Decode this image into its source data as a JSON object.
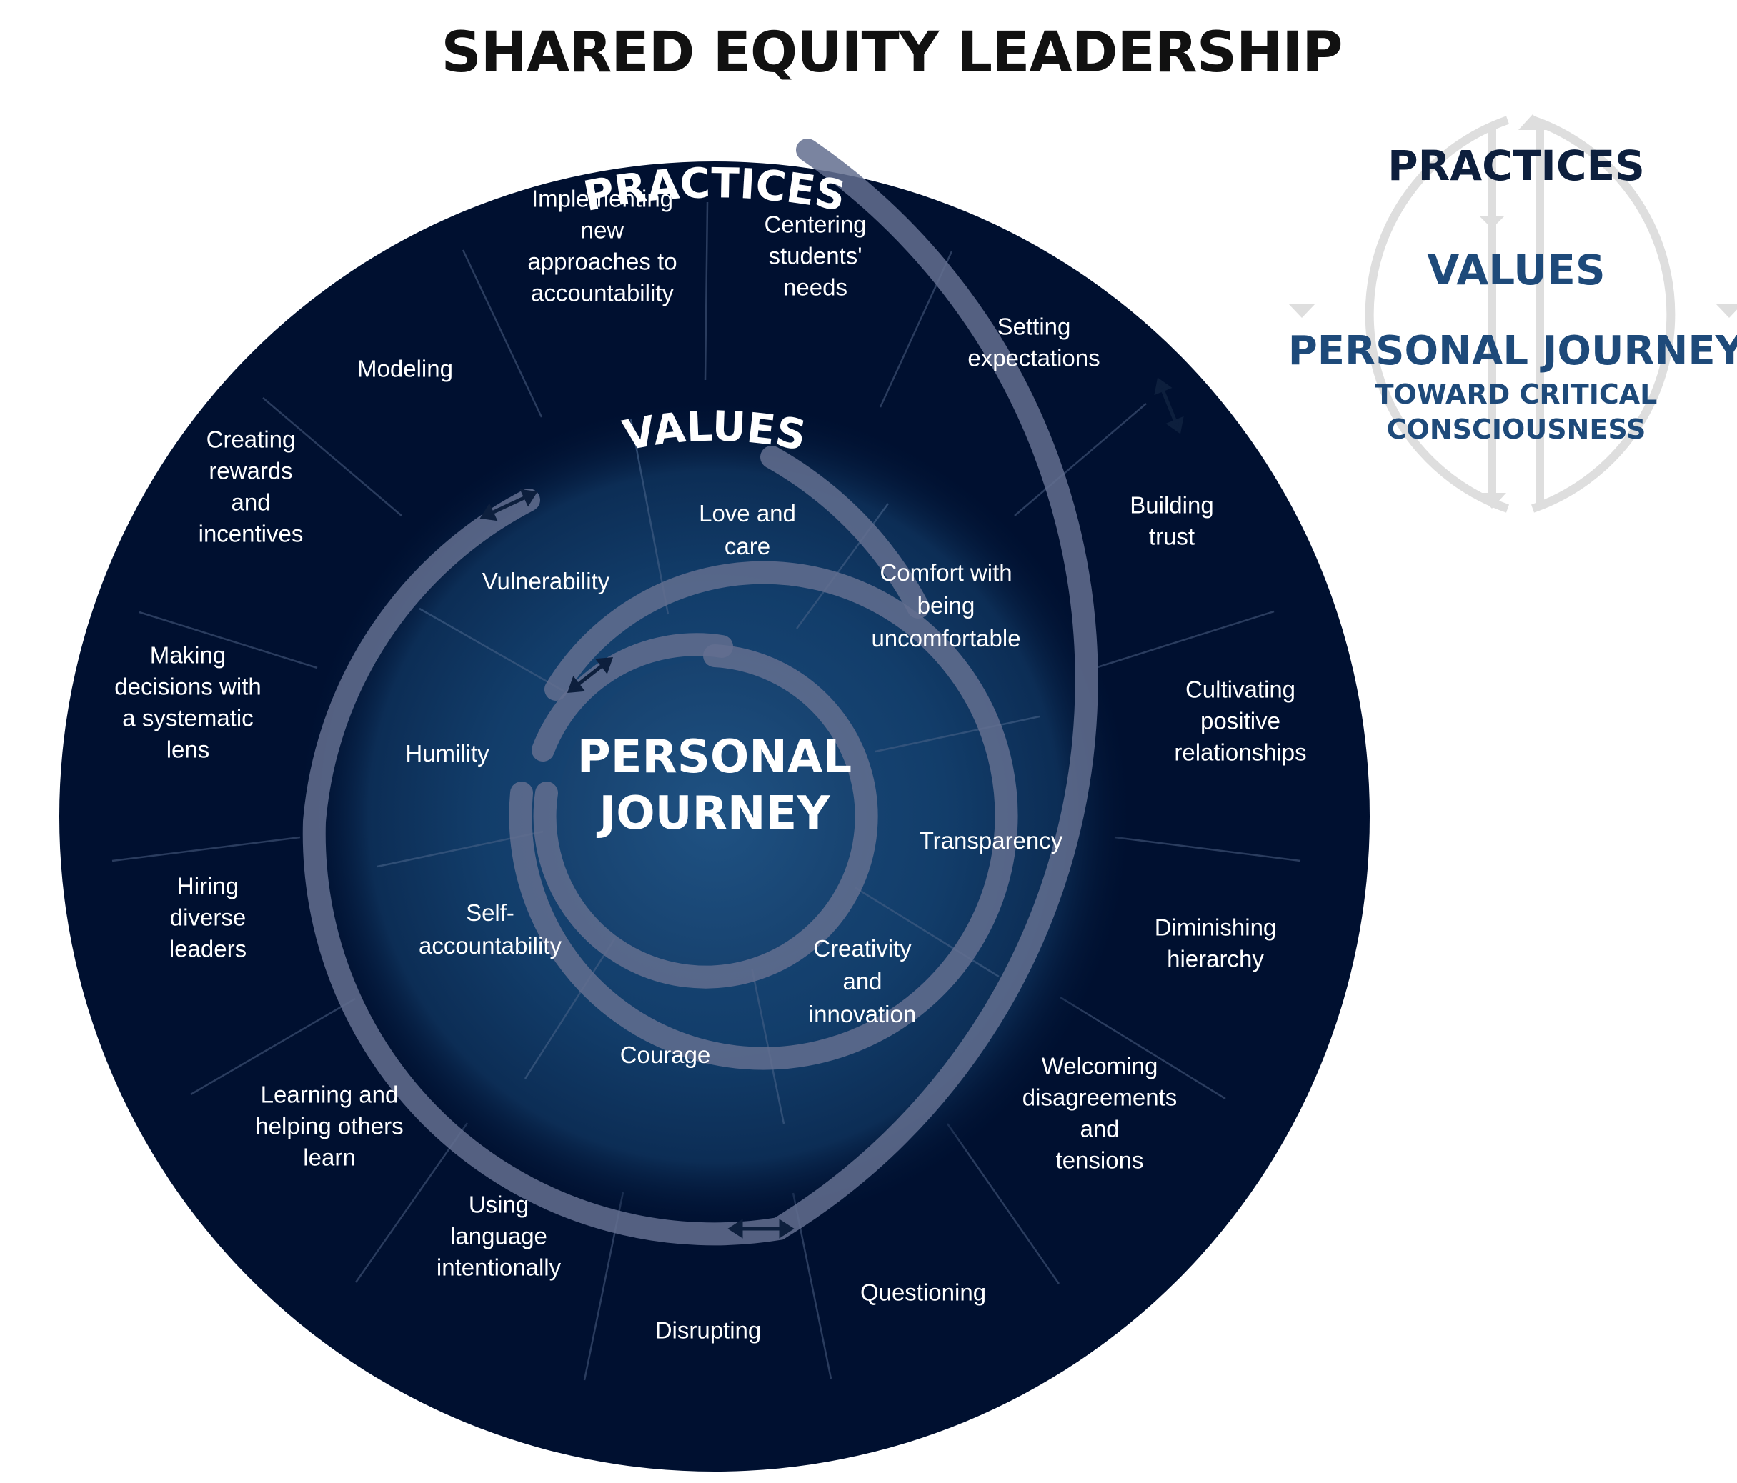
{
  "title": "SHARED EQUITY LEADERSHIP",
  "colors": {
    "outer_ring": "#001030",
    "values_glow": "#0f3a68",
    "center": "#1b4a78",
    "arrow_track": "#6a7898",
    "legend_dark": "#0d1f3d",
    "legend_blue": "#1e4a7a",
    "legend_arc": "#dedede"
  },
  "practices": {
    "heading": "PRACTICES",
    "items": [
      {
        "lines": [
          "Implementing",
          "new",
          "approaches to",
          "accountability"
        ]
      },
      {
        "lines": [
          "Centering",
          "students'",
          "needs"
        ]
      },
      {
        "lines": [
          "Setting",
          "expectations"
        ]
      },
      {
        "lines": [
          "Building",
          "trust"
        ]
      },
      {
        "lines": [
          "Cultivating",
          "positive",
          "relationships"
        ]
      },
      {
        "lines": [
          "Diminishing",
          "hierarchy"
        ]
      },
      {
        "lines": [
          "Welcoming",
          "disagreements",
          "and",
          "tensions"
        ]
      },
      {
        "lines": [
          "Questioning"
        ]
      },
      {
        "lines": [
          "Disrupting"
        ]
      },
      {
        "lines": [
          "Using",
          "language",
          "intentionally"
        ]
      },
      {
        "lines": [
          "Learning and",
          "helping others",
          "learn"
        ]
      },
      {
        "lines": [
          "Hiring",
          "diverse",
          "leaders"
        ]
      },
      {
        "lines": [
          "Making",
          "decisions with",
          "a systematic",
          "lens"
        ]
      },
      {
        "lines": [
          "Creating",
          "rewards",
          "and",
          "incentives"
        ]
      },
      {
        "lines": [
          "Modeling"
        ]
      }
    ]
  },
  "values": {
    "heading": "VALUES",
    "items": [
      {
        "lines": [
          "Love and",
          "care"
        ]
      },
      {
        "lines": [
          "Comfort with",
          "being",
          "uncomfortable"
        ]
      },
      {
        "lines": [
          "Transparency"
        ]
      },
      {
        "lines": [
          "Creativity",
          "and",
          "innovation"
        ]
      },
      {
        "lines": [
          "Courage"
        ]
      },
      {
        "lines": [
          "Self-",
          "accountability"
        ]
      },
      {
        "lines": [
          "Humility"
        ]
      },
      {
        "lines": [
          "Vulnerability"
        ]
      }
    ]
  },
  "center": {
    "line1": "PERSONAL",
    "line2": "JOURNEY"
  },
  "legend": {
    "practices": "PRACTICES",
    "values": "VALUES",
    "personal_journey": "PERSONAL JOURNEY",
    "subtitle_line1": "TOWARD CRITICAL",
    "subtitle_line2": "CONSCIOUSNESS"
  }
}
